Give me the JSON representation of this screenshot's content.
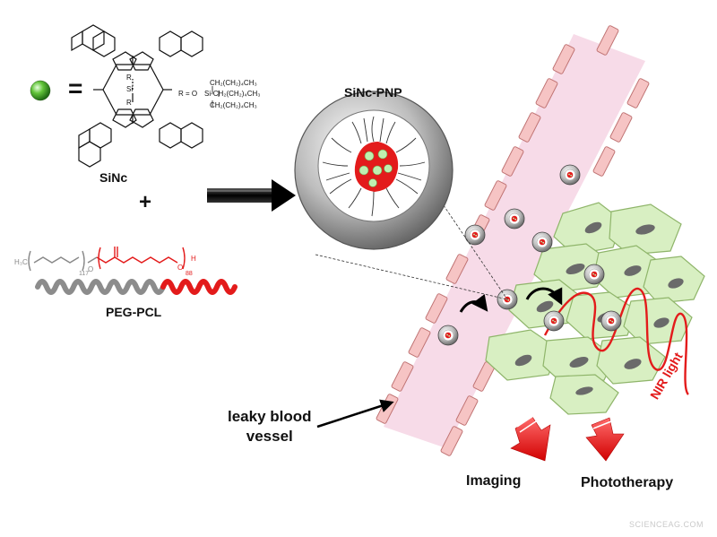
{
  "labels": {
    "sinc": "SiNc",
    "plus": "+",
    "equals": "=",
    "peg_pcl": "PEG-PCL",
    "sinc_pnp": "SiNc-PNP",
    "leaky_line1": "leaky blood",
    "leaky_line2": "vessel",
    "imaging": "Imaging",
    "phototherapy": "Phototherapy",
    "nir_light": "NIR light",
    "watermark": "SCIENCEAG.COM"
  },
  "chem": {
    "r_equals": "R = O",
    "si_r": "Si",
    "r_top": "CH₂(CH₂)₄CH₃",
    "r_mid": "Si-CH₂(CH₂)₄CH₃",
    "r_bot": "CH₂(CH₂)₄CH₃",
    "core_r1": "R",
    "core_si": "Si",
    "core_r2": "R",
    "peg_h3c": "H₃C",
    "peg_o": "O",
    "peg_117": "117",
    "pcl_88": "88",
    "pcl_h": "H",
    "pcl_o": "O"
  },
  "colors": {
    "red": "#e31b1b",
    "vessel_fill": "#f7dbe8",
    "cell_fill": "#d8efc2",
    "cell_stroke": "#8fb56a",
    "wall_fill": "#f6c4c4",
    "wall_stroke": "#c07474",
    "peg_gray": "#8c8c8c"
  }
}
